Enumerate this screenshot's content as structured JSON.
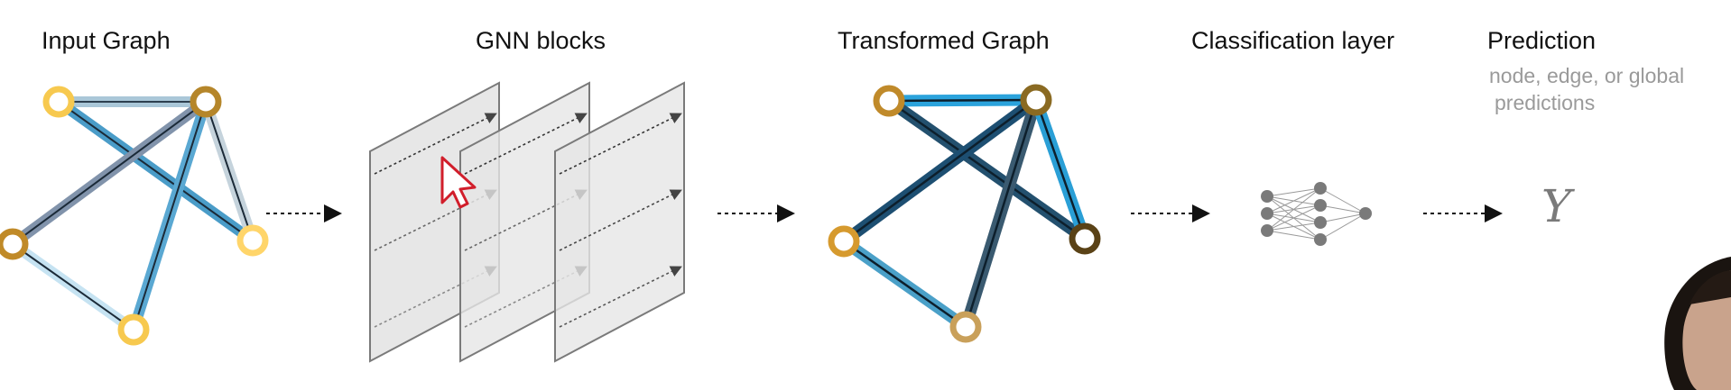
{
  "stages": {
    "input_graph": "Input Graph",
    "gnn_blocks": "GNN blocks",
    "transformed_graph": "Transformed Graph",
    "classification_layer": "Classification layer",
    "prediction": "Prediction"
  },
  "prediction_note": {
    "line1": "node, edge, or global",
    "line2": "predictions"
  },
  "output_symbol": "Y",
  "colors": {
    "node_light": "#f7c94f",
    "node_dark": "#a77a1f",
    "node_darkest": "#5a4216",
    "edge_blue": "#4aa3d0",
    "edge_dark": "#1f4f6e",
    "panel": "#e9e9e9"
  }
}
